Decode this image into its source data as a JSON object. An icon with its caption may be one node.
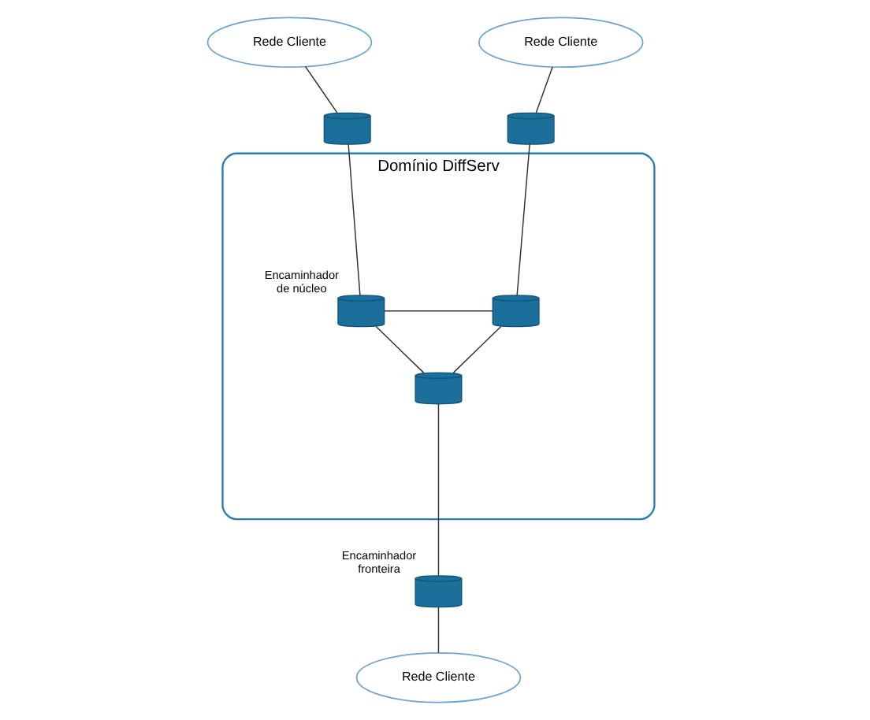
{
  "diagram": {
    "nodes": [
      {
        "text": [
          "Rede Cliente"
        ]
      },
      {
        "text": [
          "Rede Cliente"
        ]
      },
      {
        "text": [
          "Domínio DiffServ"
        ]
      },
      {
        "text": [],
        "shape": "cylinder"
      },
      {
        "text": [],
        "shape": "cylinder"
      },
      {
        "text": [],
        "shape": "cylinder",
        "in": 2,
        "beside": [
          "Encaminhador de núcleo"
        ]
      },
      {
        "text": [],
        "shape": "cylinder",
        "in": 2
      },
      {
        "text": [],
        "shape": "cylinder",
        "in": 2
      },
      {
        "text": [],
        "shape": "cylinder",
        "beside": [
          "Encaminhador fronteira"
        ]
      },
      {
        "text": [
          "Rede Cliente"
        ]
      }
    ],
    "edges": [
      {
        "from": 0,
        "to": 3,
        "arrow": "none"
      },
      {
        "from": 1,
        "to": 4,
        "arrow": "none"
      },
      {
        "from": 3,
        "to": 5,
        "arrow": "none"
      },
      {
        "from": 4,
        "to": 6,
        "arrow": "none"
      },
      {
        "from": 5,
        "to": 6,
        "arrow": "none"
      },
      {
        "from": 5,
        "to": 7,
        "arrow": "none"
      },
      {
        "from": 6,
        "to": 7,
        "arrow": "none"
      },
      {
        "from": 7,
        "to": 8,
        "arrow": "none"
      },
      {
        "from": 8,
        "to": 9,
        "arrow": "none"
      }
    ]
  }
}
